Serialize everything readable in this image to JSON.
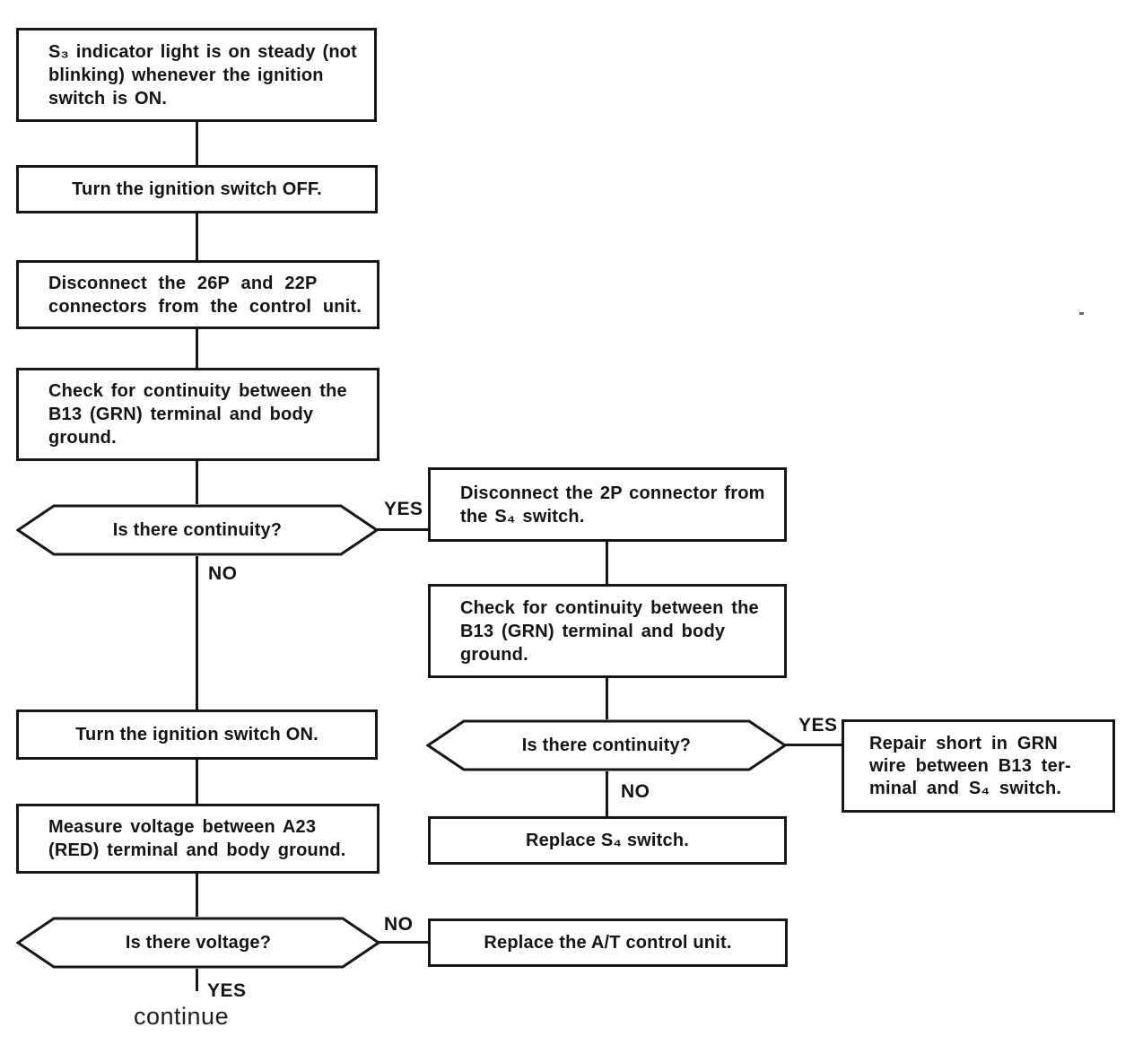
{
  "colors": {
    "ink": "#161616",
    "background": "#ffffff"
  },
  "nodes": {
    "start": {
      "type": "process",
      "text": "S₃ indicator light is on steady (not\nblinking) whenever the ignition\nswitch is ON."
    },
    "turn_ignition_off": {
      "type": "process",
      "text": "Turn the ignition switch OFF."
    },
    "disconnect_26p_22p": {
      "type": "process",
      "text": "Disconnect the 26P and 22P\nconnectors from the control unit."
    },
    "check_continuity_1": {
      "type": "process",
      "text": "Check for continuity between the\nB13 (GRN) terminal and body\nground."
    },
    "is_continuity_1": {
      "type": "decision",
      "text": "Is there continuity?"
    },
    "disconnect_2p": {
      "type": "process",
      "text": "Disconnect the 2P connector from\nthe S₄ switch."
    },
    "check_continuity_2": {
      "type": "process",
      "text": "Check for continuity between the\nB13 (GRN) terminal and body\nground."
    },
    "is_continuity_2": {
      "type": "decision",
      "text": "Is there continuity?"
    },
    "repair_short": {
      "type": "action",
      "text": "Repair short in GRN\nwire between B13 ter-\nminal and S₄ switch."
    },
    "replace_s4": {
      "type": "action",
      "text": "Replace S₄ switch."
    },
    "turn_ignition_on": {
      "type": "process",
      "text": "Turn the ignition switch ON."
    },
    "measure_voltage": {
      "type": "process",
      "text": "Measure voltage between A23\n(RED) terminal and body ground."
    },
    "is_voltage": {
      "type": "decision",
      "text": "Is there voltage?"
    },
    "replace_at_unit": {
      "type": "action",
      "text": "Replace the A/T control unit."
    }
  },
  "labels": {
    "yes": "YES",
    "no": "NO",
    "continue": "continue"
  },
  "edges": [
    {
      "from": "start",
      "to": "turn_ignition_off"
    },
    {
      "from": "turn_ignition_off",
      "to": "disconnect_26p_22p"
    },
    {
      "from": "disconnect_26p_22p",
      "to": "check_continuity_1"
    },
    {
      "from": "check_continuity_1",
      "to": "is_continuity_1"
    },
    {
      "from": "is_continuity_1",
      "to": "disconnect_2p",
      "label": "YES"
    },
    {
      "from": "is_continuity_1",
      "to": "turn_ignition_on",
      "label": "NO"
    },
    {
      "from": "disconnect_2p",
      "to": "check_continuity_2"
    },
    {
      "from": "check_continuity_2",
      "to": "is_continuity_2"
    },
    {
      "from": "is_continuity_2",
      "to": "repair_short",
      "label": "YES"
    },
    {
      "from": "is_continuity_2",
      "to": "replace_s4",
      "label": "NO"
    },
    {
      "from": "turn_ignition_on",
      "to": "measure_voltage"
    },
    {
      "from": "measure_voltage",
      "to": "is_voltage"
    },
    {
      "from": "is_voltage",
      "to": "replace_at_unit",
      "label": "NO"
    },
    {
      "from": "is_voltage",
      "to": "continue",
      "label": "YES"
    }
  ]
}
